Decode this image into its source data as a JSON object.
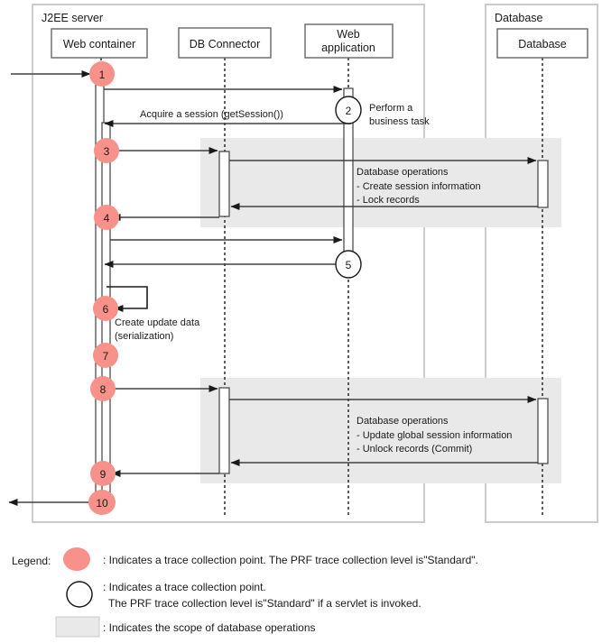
{
  "diagram": {
    "title_frames": [
      {
        "name": "j2ee-server",
        "label": "J2EE server"
      },
      {
        "name": "database-frame",
        "label": "Database"
      }
    ],
    "lifelines": [
      {
        "name": "web-container",
        "label": "Web container"
      },
      {
        "name": "db-connector",
        "label": "DB Connector"
      },
      {
        "name": "web-application",
        "label": "Web\napplication",
        "line1": "Web",
        "line2": "application"
      },
      {
        "name": "database",
        "label": "Database"
      }
    ],
    "messages": [
      {
        "name": "acquire-session",
        "label": "Acquire a session (getSession())"
      },
      {
        "name": "create-update-data",
        "line1": "Create update data",
        "line2": "(serialization)"
      }
    ],
    "notes": [
      {
        "name": "perform-business-task",
        "line1": "Perform a",
        "line2": "business task"
      },
      {
        "name": "db-operations-upper",
        "line1": "Database operations",
        "line2": "- Create session information",
        "line3": "- Lock records"
      },
      {
        "name": "db-operations-lower",
        "line1": "Database operations",
        "line2": "- Update global session information",
        "line3": "- Unlock records (Commit)"
      }
    ],
    "markers": [
      {
        "id": "1",
        "type": "filled"
      },
      {
        "id": "2",
        "type": "hollow"
      },
      {
        "id": "3",
        "type": "filled"
      },
      {
        "id": "4",
        "type": "filled"
      },
      {
        "id": "5",
        "type": "hollow"
      },
      {
        "id": "6",
        "type": "filled"
      },
      {
        "id": "7",
        "type": "filled"
      },
      {
        "id": "8",
        "type": "filled"
      },
      {
        "id": "9",
        "type": "filled"
      },
      {
        "id": "10",
        "type": "filled"
      }
    ],
    "colors": {
      "marker_fill": "#f79189",
      "marker_hollow_fill": "#ffffff",
      "scope_band": "#e9e9e9",
      "frame_border": "#cccccc",
      "box_border": "#666666",
      "line": "#404040",
      "text": "#1a1a1a"
    }
  },
  "legend": {
    "title": "Legend:",
    "items": [
      {
        "name": "legend-filled-circle",
        "swatch": "filled-circle",
        "line1": ": Indicates a trace collection point. The PRF trace collection level is\"Standard\".",
        "line2": ""
      },
      {
        "name": "legend-hollow-circle",
        "swatch": "hollow-circle",
        "line1": ": Indicates a trace collection point.",
        "line2": "The PRF trace collection level is\"Standard\" if a servlet is invoked."
      },
      {
        "name": "legend-scope-box",
        "swatch": "gray-rect",
        "line1": ": Indicates the scope of database operations",
        "line2": ""
      }
    ]
  }
}
